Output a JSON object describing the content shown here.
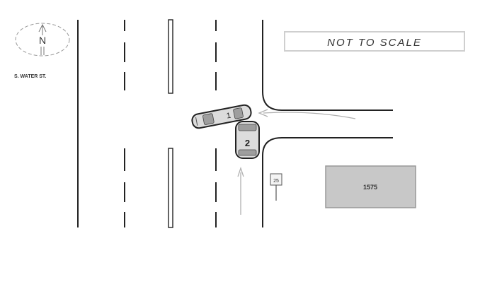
{
  "compass": {
    "letter": "N"
  },
  "street_label": "S. WATER ST.",
  "scale_note": "NOT TO SCALE",
  "vehicles": [
    {
      "number": "1"
    },
    {
      "number": "2"
    }
  ],
  "speed_sign": {
    "value": "25"
  },
  "building": {
    "number": "1575"
  }
}
